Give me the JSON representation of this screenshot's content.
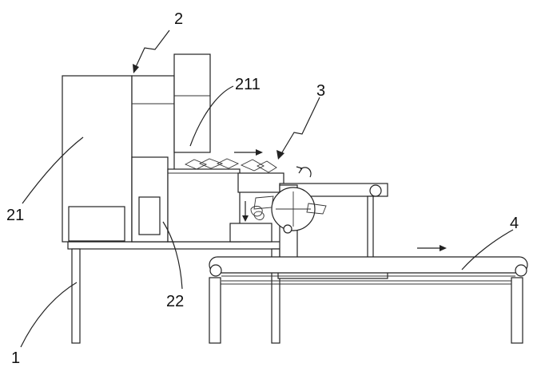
{
  "labels": {
    "machine_frame": "1",
    "packing_machine": "2",
    "machine_housing": "21",
    "feed_hopper": "211",
    "control_box": "22",
    "turnover_mechanism": "3",
    "conveyor": "4"
  },
  "arrows": {
    "feed_direction": "→",
    "conveyor_direction": "→",
    "drop_direction": "↓"
  }
}
